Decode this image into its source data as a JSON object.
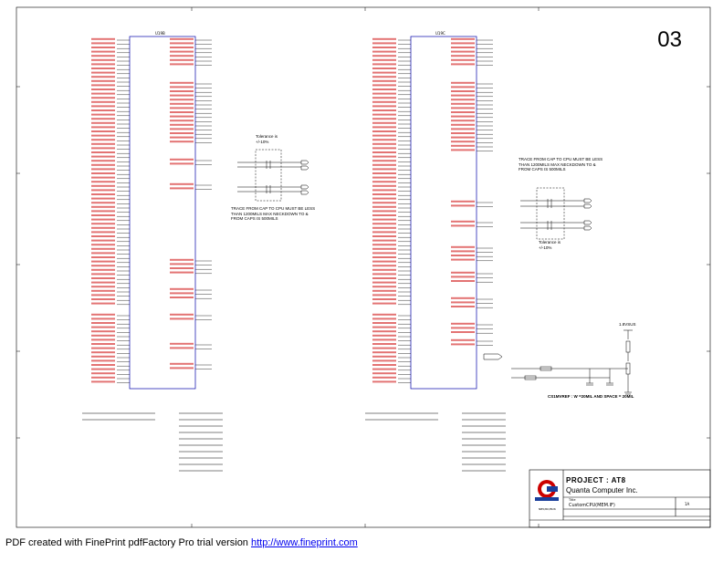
{
  "page_number": "03",
  "footer": {
    "prefix": "PDF created with FinePrint pdfFactory Pro trial version ",
    "link": "http://www.fineprint.com"
  },
  "title_block": {
    "project": "PROJECT : AT8",
    "company": "Quanta Computer Inc.",
    "title_label": "Title",
    "sheet_title": "CPU(MEM.IF)",
    "size_label": "Custom",
    "rev": "1A",
    "logo_text": "NB5/RD/BU6"
  },
  "components": {
    "u_left": "U19B",
    "u_right": "U19C"
  },
  "notes": {
    "tolerance_left": "Tolerance is\n+/-10%",
    "trace_left": "TRACE FROM CAP TO CPU MUST BE LESS\nTHAN 1200MILS MAX NECKDOWN TO &\nFROM CAPS IS 500MILS",
    "trace_right": "TRACE FROM CAP TO CPU MUST BE LESS\nTHAN 1200MILS MAX NECKDOWN TO &\nFROM CAPS IS 500MILS",
    "tolerance_right": "Tolerance is\n+/-10%",
    "cs1": "CS1MVREF : W =20MIL AND SPACE = 20MIL",
    "vtt_label": "1.8VSUS"
  },
  "colors": {
    "box": "#0000aa",
    "net": "#cc0000",
    "wire": "#000000",
    "logo_red": "#cc0000",
    "logo_blue": "#1a3f9c"
  }
}
